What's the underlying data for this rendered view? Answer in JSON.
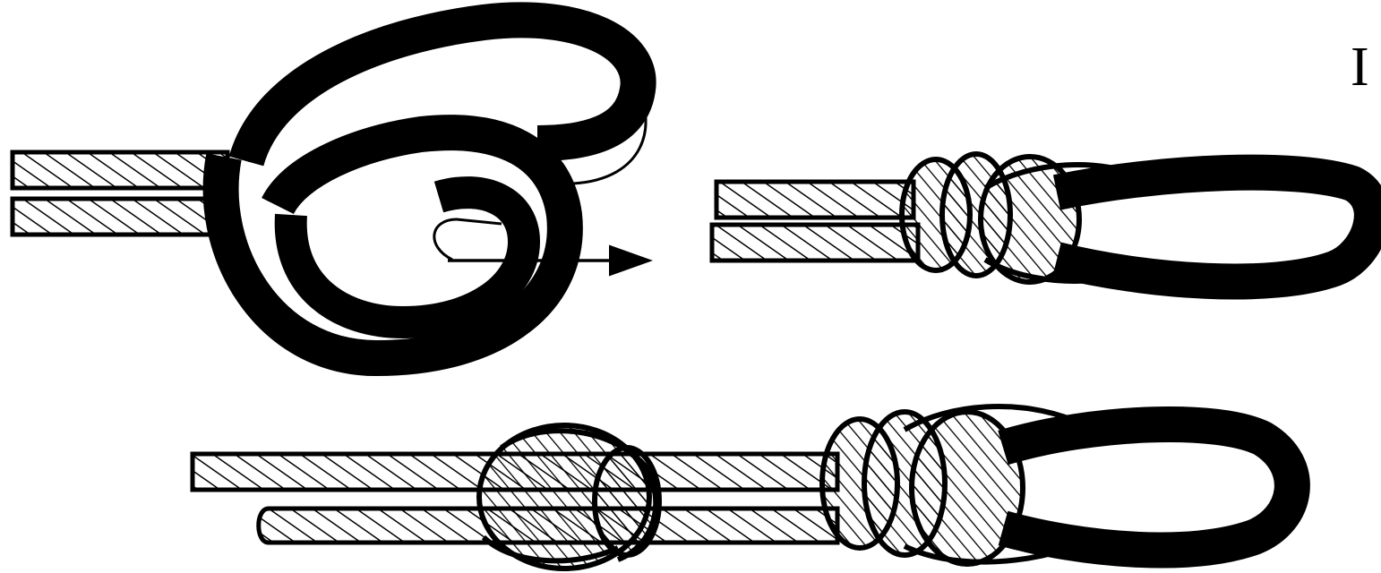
{
  "figure": {
    "label": "I",
    "colors": {
      "ink": "#000000",
      "paper": "#ffffff"
    },
    "panels": [
      {
        "name": "loop-threading-step",
        "has_arrow": true
      },
      {
        "name": "figure-eight-loop-finished"
      },
      {
        "name": "figure-eight-loop-with-stopper-knot"
      }
    ]
  }
}
